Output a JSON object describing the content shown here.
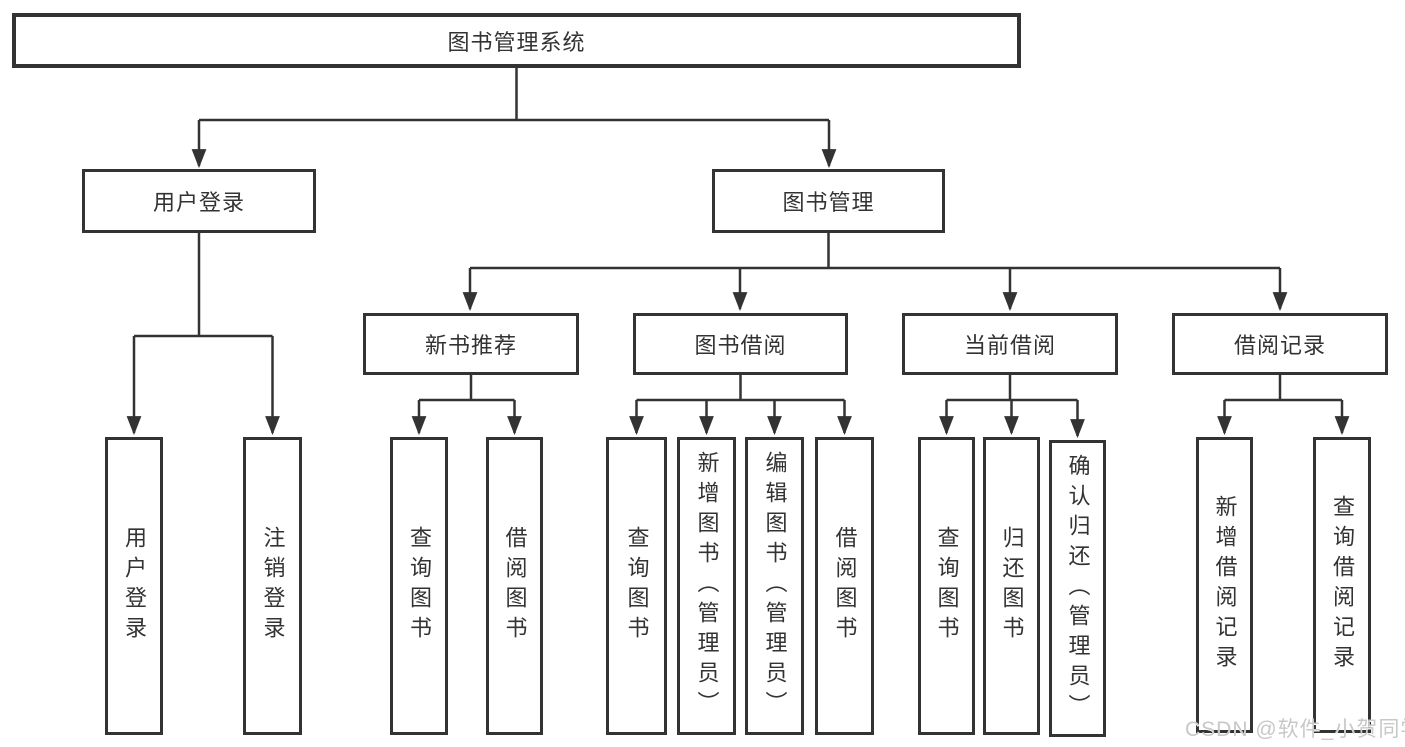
{
  "colors": {
    "line": "#333333",
    "box_border": "#333333",
    "text": "#333333",
    "watermark": "#c8c8c8"
  },
  "watermark": {
    "text": "CSDN @软件_小贺同学"
  },
  "tree": {
    "root": {
      "label": "图书管理系统",
      "children": [
        {
          "label": "用户登录",
          "children": [
            {
              "label": "用户登录"
            },
            {
              "label": "注销登录"
            }
          ]
        },
        {
          "label": "图书管理",
          "children": [
            {
              "label": "新书推荐",
              "children": [
                {
                  "label": "查询图书"
                },
                {
                  "label": "借阅图书"
                }
              ]
            },
            {
              "label": "图书借阅",
              "children": [
                {
                  "label": "查询图书"
                },
                {
                  "label": "新增图书（管理员）"
                },
                {
                  "label": "编辑图书（管理员）"
                },
                {
                  "label": "借阅图书"
                }
              ]
            },
            {
              "label": "当前借阅",
              "children": [
                {
                  "label": "查询图书"
                },
                {
                  "label": "归还图书"
                },
                {
                  "label": "确认归还（管理员）"
                }
              ]
            },
            {
              "label": "借阅记录",
              "children": [
                {
                  "label": "新增借阅记录"
                },
                {
                  "label": "查询借阅记录"
                }
              ]
            }
          ]
        }
      ]
    }
  }
}
